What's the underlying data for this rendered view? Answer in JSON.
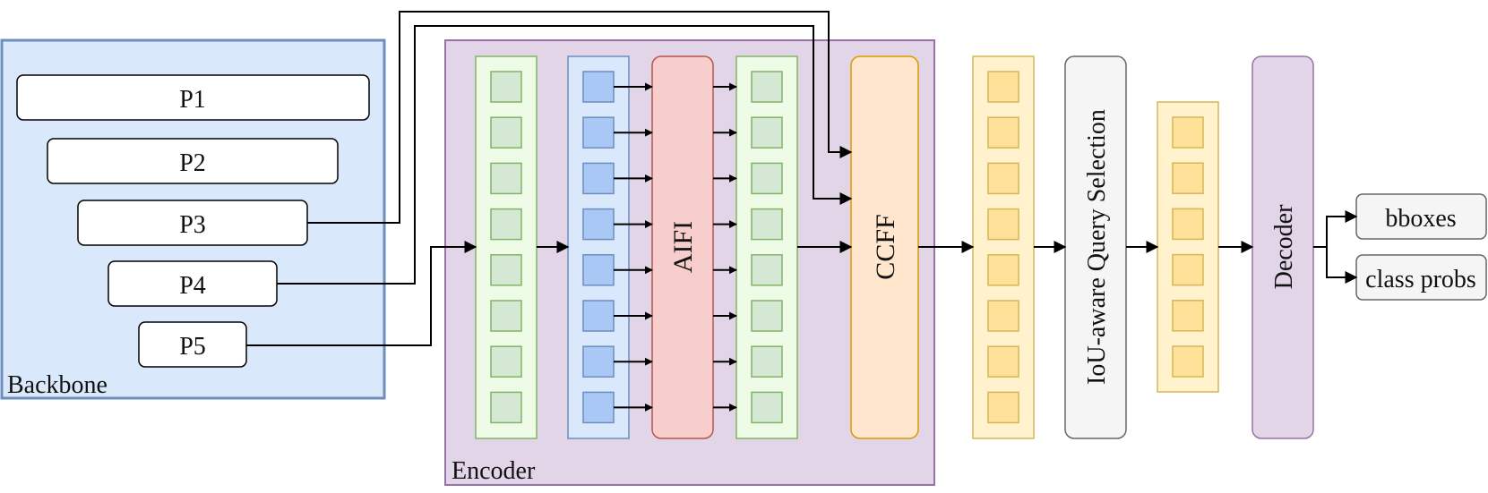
{
  "backbone": {
    "title": "Backbone",
    "levels": [
      "P1",
      "P2",
      "P3",
      "P4",
      "P5"
    ]
  },
  "encoder": {
    "title": "Encoder",
    "aifi": "AIFI",
    "ccff": "CCFF"
  },
  "query_selection": "IoU-aware Query Selection",
  "decoder": "Decoder",
  "outputs": [
    "bboxes",
    "class probs"
  ],
  "colors": {
    "backbone_fill": "#dae8fc",
    "backbone_stroke": "#6c8ebf",
    "encoder_fill": "#e1d5e7",
    "encoder_stroke": "#9673a6",
    "green_fill": "#eefbe6",
    "green_cell": "#d5e8d4",
    "green_stroke": "#82b366",
    "blue_cell": "#a9c8f5",
    "aifi_fill": "#f8cecc",
    "aifi_stroke": "#b85450",
    "ccff_fill": "#ffe6cc",
    "ccff_stroke": "#d79b00",
    "yellow_fill": "#fff2cc",
    "yellow_cell": "#ffe199",
    "yellow_stroke": "#d6b656",
    "gray_fill": "#f5f5f5",
    "gray_stroke": "#666666"
  }
}
